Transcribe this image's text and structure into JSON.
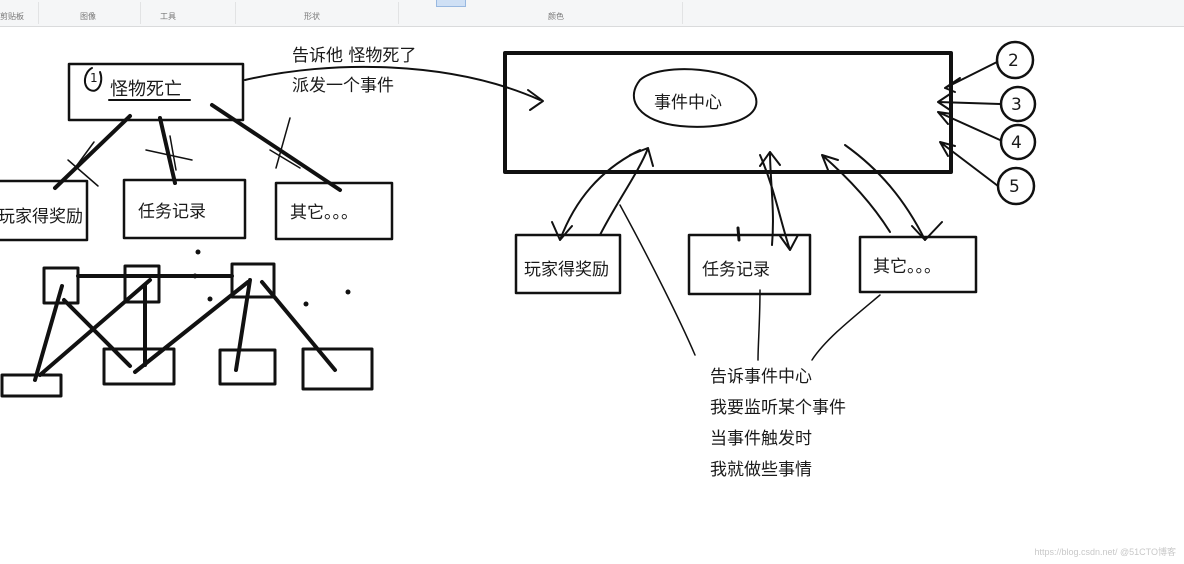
{
  "ribbon": {
    "groups": [
      "剪贴板",
      "图像",
      "工具",
      "形状",
      "颜色"
    ]
  },
  "left": {
    "monster_label": "怪物死亡",
    "circle_number": "1",
    "arrow_label_line1": "告诉他 怪物死了",
    "arrow_label_line2": "派发一个事件",
    "boxes": [
      "玩家得奖励",
      "任务记录",
      "其它。。。"
    ]
  },
  "right": {
    "center_label": "事件中心",
    "boxes": [
      "玩家得奖励",
      "任务记录",
      "其它。。。"
    ],
    "circle_numbers": [
      "2",
      "3",
      "4",
      "5"
    ],
    "note_lines": [
      "告诉事件中心",
      "我要监听某个事件",
      "当事件触发时",
      "我就做些事情"
    ]
  },
  "watermark": "https://blog.csdn.net/  @51CTO博客",
  "colors": {
    "ink": "#111111",
    "ribbon": "#f5f6f7",
    "background": "#ffffff"
  }
}
